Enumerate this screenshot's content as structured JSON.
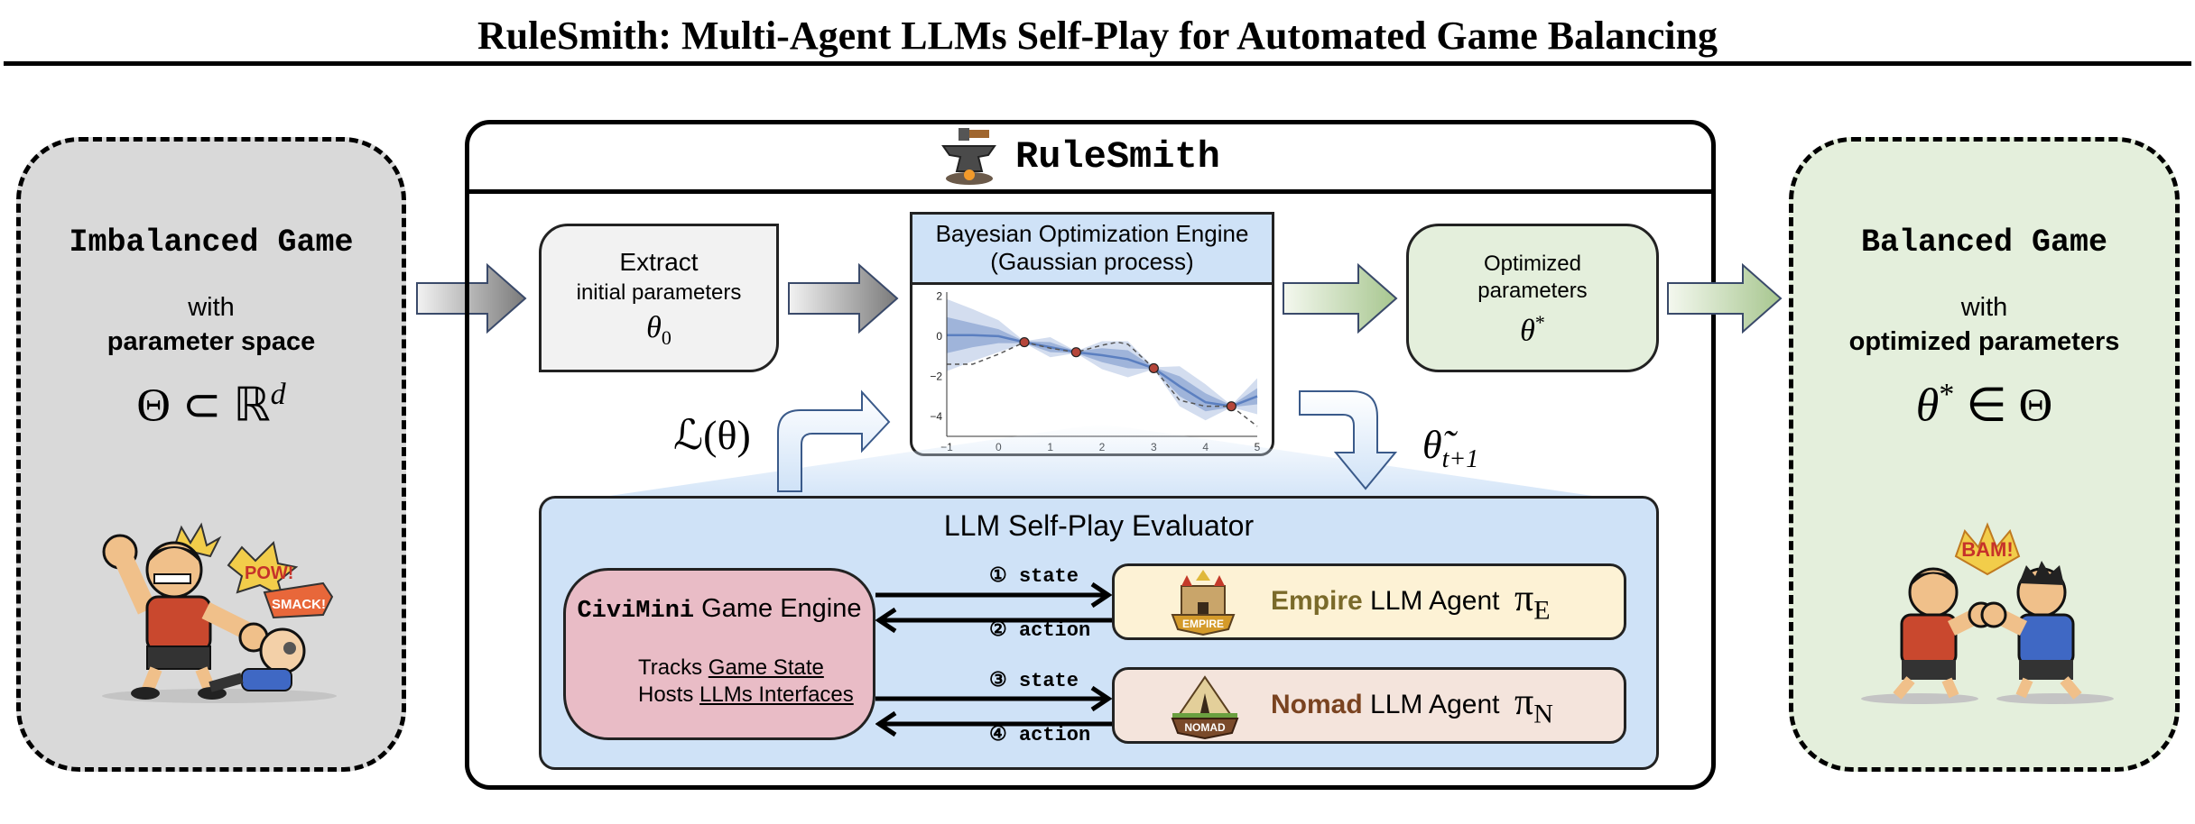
{
  "title": "RuleSmith: Multi-Agent LLMs Self-Play for Automated Game Balancing",
  "left_panel": {
    "heading": "Imbalanced Game",
    "line1": "with",
    "line2": "parameter space",
    "formula": "Θ ⊂ ℝ",
    "formula_sup": "d",
    "illustration": "one-sided-fight-illustration",
    "sfx": [
      "POW!",
      "SMACK!"
    ],
    "color": "#d9d9d9"
  },
  "right_panel": {
    "heading": "Balanced Game",
    "line1": "with",
    "line2": "optimized parameters",
    "formula_base": "θ",
    "formula_sup": "*",
    "formula_rest": " ∈ Θ",
    "illustration": "even-fist-bump-illustration",
    "sfx": [
      "BAM!"
    ],
    "color": "#e4efdc"
  },
  "framework": {
    "name": "RuleSmith",
    "logo": "anvil-icon"
  },
  "extract_node": {
    "line1": "Extract",
    "line2": "initial parameters",
    "symbol": "θ",
    "symbol_sub": "0"
  },
  "bo_node": {
    "line1": "Bayesian Optimization Engine",
    "line2": "(Gaussian process)",
    "color": "#cfe2f7"
  },
  "optimized_node": {
    "line1": "Optimized",
    "line2": "parameters",
    "symbol": "θ",
    "symbol_sup": "*"
  },
  "loss_label": "ℒ(θ)",
  "next_theta_label": {
    "base": "θ̃",
    "sub": "t+1"
  },
  "evaluator": {
    "title": "LLM Self-Play Evaluator",
    "engine": {
      "name_mono": "CiviMini",
      "name_rest": " Game Engine",
      "line1_pre": "Tracks ",
      "line1_u": "Game State",
      "line2_pre": "Hosts ",
      "line2_u": "LLMs Interfaces"
    },
    "messages": [
      {
        "num": "①",
        "label": "state"
      },
      {
        "num": "②",
        "label": "action"
      },
      {
        "num": "③",
        "label": "state"
      },
      {
        "num": "④",
        "label": "action"
      }
    ],
    "agents": [
      {
        "faction": "Empire",
        "rest": " LLM Agent",
        "policy": "π",
        "policy_sub": "E",
        "badge": "EMPIRE",
        "faction_color": "#7a6a2a"
      },
      {
        "faction": "Nomad",
        "rest": " LLM Agent",
        "policy": "π",
        "policy_sub": "N",
        "badge": "NOMAD",
        "faction_color": "#7a4320"
      }
    ]
  },
  "chart_data": {
    "type": "line",
    "title": "",
    "xlabel": "",
    "ylabel": "",
    "xlim": [
      -1,
      5
    ],
    "ylim": [
      -5,
      2.2
    ],
    "xticks": [
      "-1",
      "0",
      "1",
      "2",
      "3",
      "4",
      "5"
    ],
    "yticks": [
      "2",
      "0",
      "-2",
      "-4"
    ],
    "observations": {
      "x": [
        0.5,
        1.5,
        3.0,
        4.5
      ],
      "y": [
        -0.3,
        -0.8,
        -1.6,
        -3.5
      ]
    },
    "series": [
      {
        "name": "posterior mean",
        "x": [
          -1,
          -0.5,
          0,
          0.5,
          1,
          1.5,
          2,
          2.5,
          3,
          3.5,
          4,
          4.5,
          5
        ],
        "y": [
          0.05,
          0.05,
          0.0,
          -0.3,
          -0.55,
          -0.8,
          -0.95,
          -1.15,
          -1.6,
          -2.5,
          -3.3,
          -3.5,
          -3.0
        ]
      },
      {
        "name": "true function",
        "x": [
          -1,
          -0.5,
          0,
          0.5,
          1,
          1.5,
          2,
          2.3,
          2.5,
          3,
          3.5,
          4,
          4.5,
          5
        ],
        "y": [
          -1.4,
          -1.4,
          -0.9,
          -0.3,
          -0.6,
          -0.8,
          -0.45,
          -0.3,
          -0.4,
          -1.6,
          -3.2,
          -3.5,
          -3.5,
          -4.5
        ]
      }
    ],
    "band_inner_halfwidth": [
      0.9,
      0.6,
      0.35,
      0.05,
      0.25,
      0.05,
      0.35,
      0.45,
      0.05,
      0.5,
      0.45,
      0.05,
      0.4
    ],
    "band_outer_halfwidth": [
      1.8,
      1.3,
      0.8,
      0.05,
      0.5,
      0.05,
      0.7,
      0.9,
      0.05,
      1.0,
      0.9,
      0.05,
      0.9
    ],
    "colors": {
      "mean": "#5b7fc0",
      "band_inner": "#9fb4da",
      "band_outer": "#d3ddef",
      "obs": "#b5463a",
      "true": "#555555"
    }
  }
}
